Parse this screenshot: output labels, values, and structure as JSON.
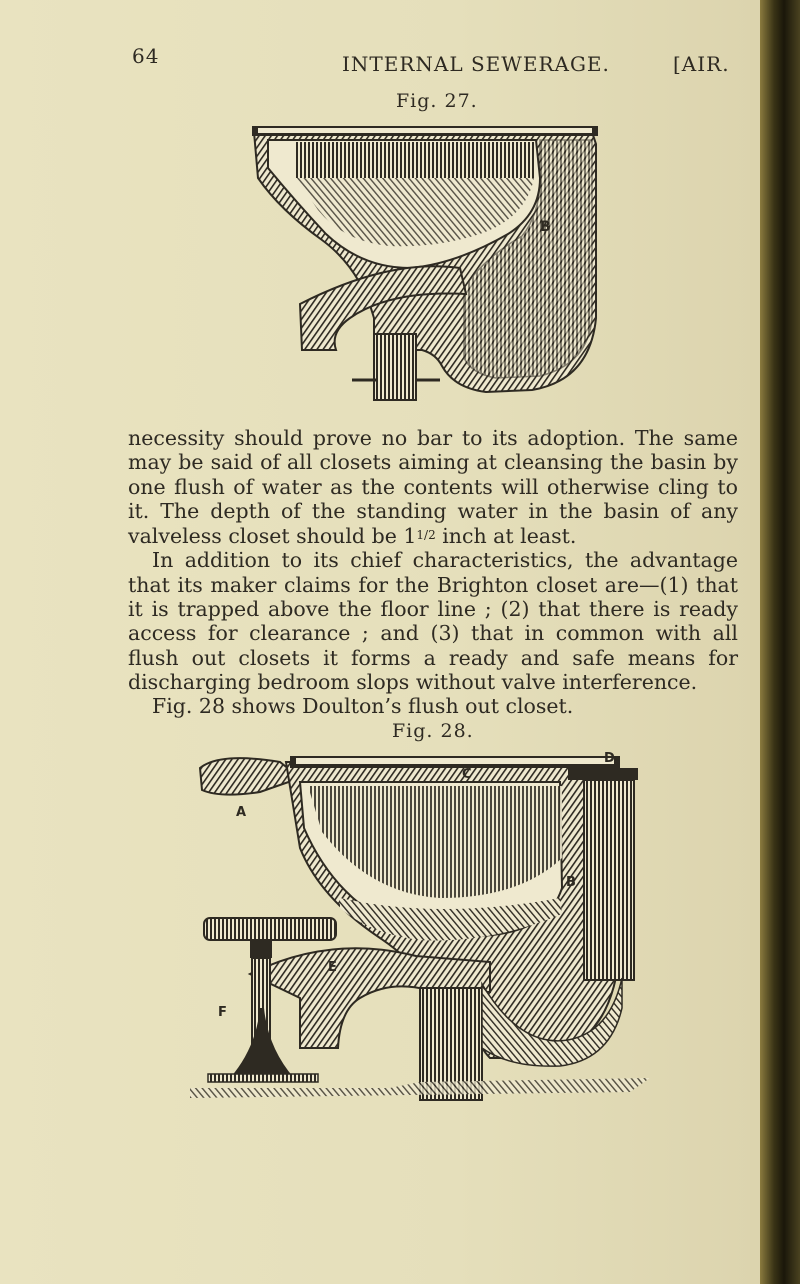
{
  "header": {
    "page_number": "64",
    "running_title": "INTERNAL SEWERAGE.",
    "section_tag": "[AIR."
  },
  "figures": [
    {
      "caption": "Fig. 27.",
      "labels": [
        "B"
      ]
    },
    {
      "caption": "Fig. 28.",
      "labels": [
        "A",
        "C",
        "D",
        "B",
        "E",
        "F"
      ]
    }
  ],
  "body": {
    "p1": "necessity should prove no bar to its adoption. The same may be said of all closets aiming at cleansing the basin by one flush of water as the contents will otherwise cling to it. The depth of the standing water in the basin of any valveless closet should be 1",
    "p1_frac": "1/2",
    "p1_end": " inch at least.",
    "p2": "In addition to its chief characteristics, the advantage that its maker claims for the Brighton closet are—(1) that it is trapped above the floor line ; (2) that there is ready access for clearance ; and (3) that in common with all flush out closets it forms a ready and safe means for discharging bedroom slops without valve interference.",
    "p3": "Fig. 28 shows Doulton’s flush out closet."
  }
}
